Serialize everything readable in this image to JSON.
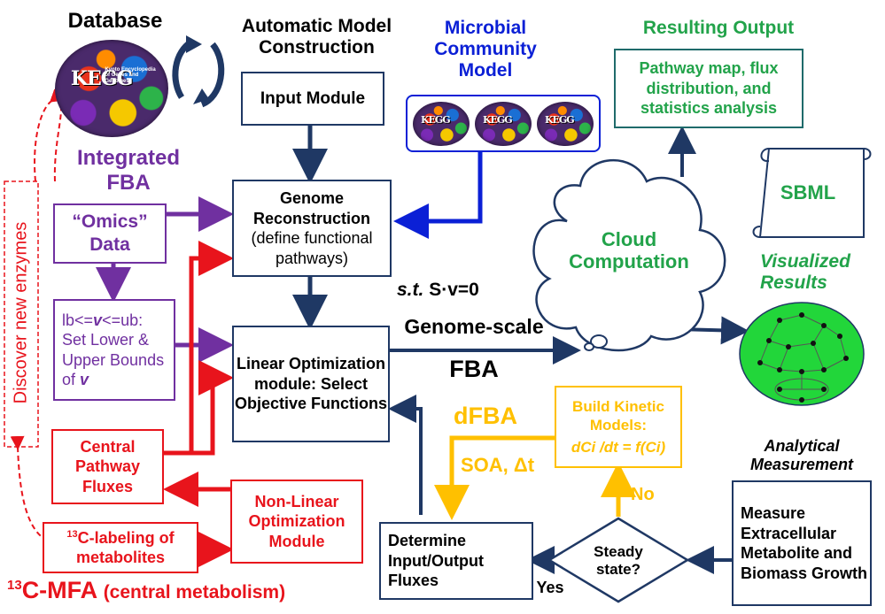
{
  "labels": {
    "database": "Database",
    "auto_model": "Automatic Model Construction",
    "microbial": "Microbial Community Model",
    "resulting_output": "Resulting  Output",
    "integrated_fba": "Integrated FBA",
    "sbml": "SBML",
    "cloud": "Cloud Computation",
    "visualized": "Visualized Results",
    "st_prefix": "s.t.",
    "st_eq": "S·v=0",
    "genome_scale": "Genome-scale",
    "fba": "FBA",
    "dfba": "dFBA",
    "soa": "SOA, Δt",
    "no": "No",
    "yes": "Yes",
    "analytical": "Analytical Measurement",
    "discover": "Discover new enzymes",
    "c13mfa_sup": "13",
    "c13mfa_main": "C-MFA",
    "c13mfa_tail": "(central metabolism)"
  },
  "boxes": {
    "input_module": "Input Module",
    "genome_recon_title": "Genome Reconstruction",
    "genome_recon_sub": "(define functional pathways)",
    "linear_opt": "Linear Optimization module: Select Objective Functions",
    "omics": "“Omics” Data",
    "bounds_line1": "lb<=",
    "bounds_v": "v",
    "bounds_line1b": "<=ub:",
    "bounds_rest": "Set Lower & Upper Bounds of",
    "central_fluxes": "Central Pathway Fluxes",
    "nonlinear": "Non-Linear Optimization Module",
    "c13_sup": "13",
    "c13_label": "C-labeling of metabolites",
    "determine": "Determine Input/Output Fluxes",
    "steady": "Steady state?",
    "kinetic_title": "Build Kinetic Models:",
    "kinetic_eq": "dCi /dt = f(Ci)",
    "measure": "Measure Extracellular Metabolite and Biomass Growth",
    "pathway_map": "Pathway map, flux distribution, and statistics analysis"
  },
  "kegg": {
    "logo_text": "KEGG",
    "subtitle": "Kyoto Encyclopedia of Genes and Genomes"
  },
  "colors": {
    "navy": "#1f3864",
    "purple": "#7030a0",
    "red": "#e8141c",
    "blue": "#0b20d6",
    "green": "#22a34a",
    "yellow": "#ffc000",
    "network_fill": "#22d63a"
  }
}
